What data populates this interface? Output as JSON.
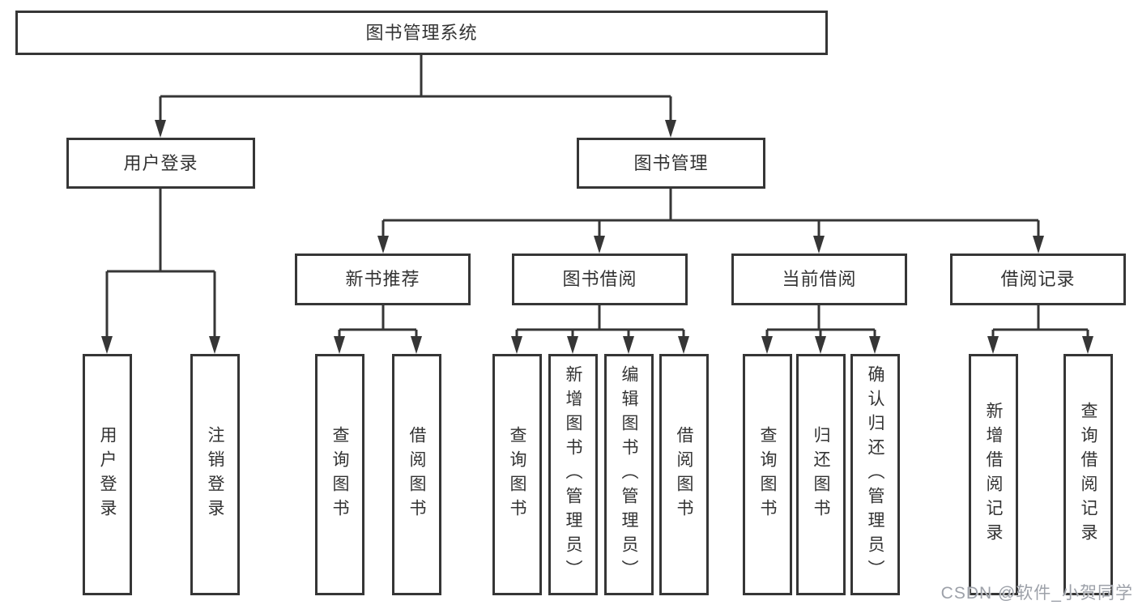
{
  "diagram": {
    "title": "图书管理系统",
    "tree": {
      "label": "图书管理系统",
      "children": [
        {
          "label": "用户登录",
          "children": [
            {
              "label": "用户登录"
            },
            {
              "label": "注销登录"
            }
          ]
        },
        {
          "label": "图书管理",
          "children": [
            {
              "label": "新书推荐",
              "children": [
                {
                  "label": "查询图书"
                },
                {
                  "label": "借阅图书"
                }
              ]
            },
            {
              "label": "图书借阅",
              "children": [
                {
                  "label": "查询图书"
                },
                {
                  "label": "新增图书（管理员）"
                },
                {
                  "label": "编辑图书（管理员）"
                },
                {
                  "label": "借阅图书"
                }
              ]
            },
            {
              "label": "当前借阅",
              "children": [
                {
                  "label": "查询图书"
                },
                {
                  "label": "归还图书"
                },
                {
                  "label": "确认归还（管理员）"
                }
              ]
            },
            {
              "label": "借阅记录",
              "children": [
                {
                  "label": "新增借阅记录"
                },
                {
                  "label": "查询借阅记录"
                }
              ]
            }
          ]
        }
      ]
    },
    "colors": {
      "line": "#363636",
      "box_border": "#363636",
      "text": "#333333",
      "background": "#ffffff",
      "watermark": "#9da1a9"
    }
  },
  "watermark": {
    "text": "CSDN @软件_小贺同学"
  }
}
